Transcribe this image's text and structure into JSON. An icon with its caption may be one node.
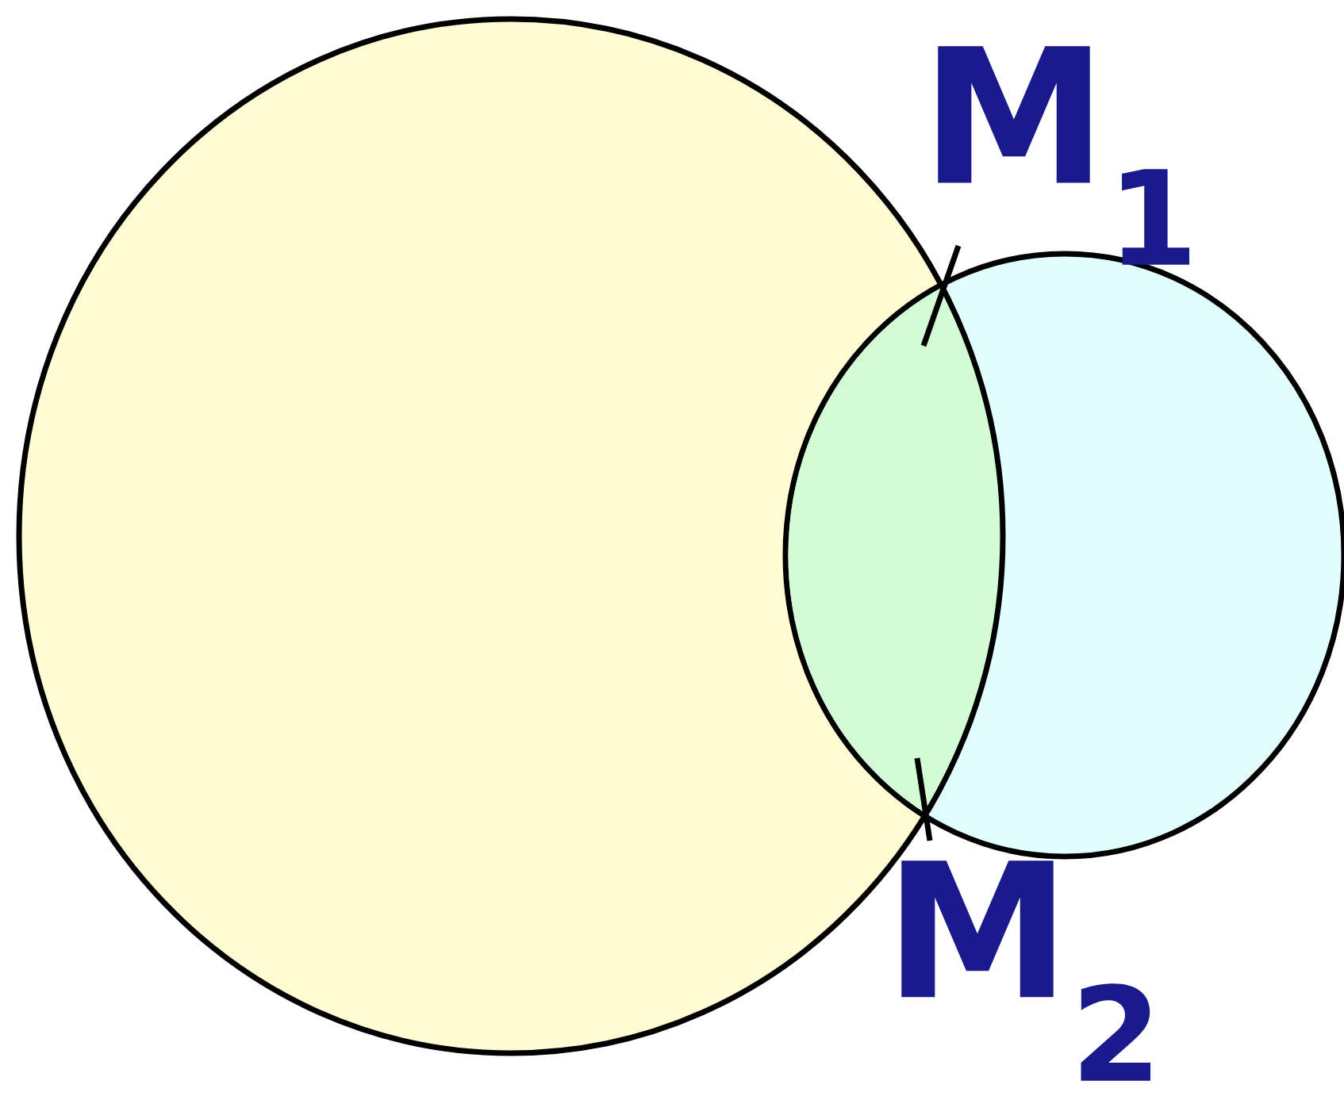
{
  "diagram": {
    "nodes": [
      {
        "text": [],
        "shape": "circle"
      },
      {
        "text": [],
        "shape": "circle"
      }
    ],
    "labels": [
      "M$_{1}$",
      "M$_{2}$"
    ]
  }
}
